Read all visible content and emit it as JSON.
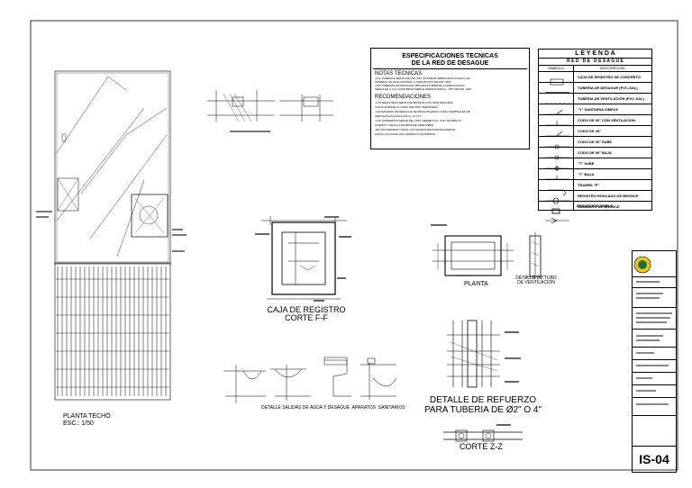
{
  "plan": {
    "title": "PLANTA TECHO",
    "scale": "ESC.: 1/50"
  },
  "specs": {
    "title_line1": "ESPECIFICACIONES TECNICAS",
    "title_line2": "DE LA RED DE DESAGUE",
    "notes_heading": "NOTAS TECNICAS",
    "notes": [
      "-LAS TUBERIAS SERAN DE PVC-SAL (STANDAR AMERICANO LIVIANO) DE",
      "PRIMERA CALIDAD NATURAL O SIMILAR NTP 399.003: 2002",
      "-LAS TUBERIAS DE DESAGUE UBICADAS FUERA DE LA EDIFICACION",
      "SERAN DE C.S.N (CONCRETO SIMPLE NORMALIZADO) - NTP 399.019: 1997"
    ],
    "recs_heading": "RECOMENDACIONES",
    "recs": [
      "-LOS REGISTROS SERAN DE BRONCE CON TAPA ROSCADA,",
      "COLOCANDOSE AL NIVEL DEL PISO TERMINADO",
      "-LAS BAJADAS DE DESAGUE SE PROLONGARAN COMO TERMINALES DE",
      "VENTILACION HASTA 30cms. S.N.T.T.",
      "-LOS SUMIDEROS SERAN DEL TIPO HERMETICO, CON TRAMPA \"P\"",
      "CUERPO Y REJILLA DE BRONCE REMOVIBLE",
      "-SE TAPONEARAN TODAS LAS SALIDAS PROVISIONALMENTE",
      "HASTA COLOCAR LOS APARATOS SANITARIOS"
    ]
  },
  "legend": {
    "title": "L E Y E N D A",
    "subtitle": "R E D   D E   D E S A G U E",
    "col_symbol": "SIMBOLO",
    "col_desc": "DESCRIPCION",
    "items": [
      "CAJA DE REGISTRO DE CONCRETO",
      "TUBERIA DE DESAGUE (PVC-SAL)",
      "TUBERIA DE VENTILACION (PVC-SAL)",
      "\"Y\" SANITARIA SIMPLE",
      "CODO DE 90° CON VENTILACION",
      "CODO DE 45°",
      "CODO DE 90° SUBE",
      "CODO DE 90° BAJA",
      "\"T\" SUBE",
      "\"T\" BAJA",
      "TRAMPA \"P\"",
      "REGISTRO ROSCADO DE BRONCE",
      "SUMIDERO DE BRONCE",
      "REDUCCION SIMPLE"
    ]
  },
  "details": {
    "caja_title": "CAJA DE REGISTRO",
    "caja_sub": "CORTE F-F",
    "planta": "PLANTA",
    "vent_title": "DETALLE DE TUBO",
    "vent_sub": "DE VENTILACION",
    "salidas": "DETALLE SALIDAS DE AGUA Y DESAGUE  APARATOS  SANITARIOS",
    "refuerzo_title": "DETALLE DE REFUERZO",
    "refuerzo_sub": "PARA TUBERIA DE Ø2\" O 4\"",
    "corte": "CORTE Z-Z"
  },
  "title_block": {
    "sheet_code": "IS-04"
  }
}
